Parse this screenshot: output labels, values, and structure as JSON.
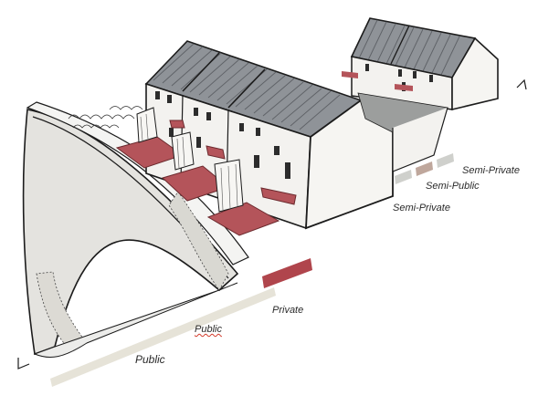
{
  "labels": {
    "semi_private_top": "Semi-Private",
    "semi_public": "Semi-Public",
    "semi_private_mid": "Semi-Private",
    "private": "Private",
    "public_small": "Public",
    "public_large": "Public"
  },
  "colors": {
    "roof": "#8f9398",
    "roof_lines": "#5e6166",
    "wall": "#f3f2ef",
    "outline": "#1c1c1c",
    "terrace": "#b4545a",
    "road": "#e2e1dc",
    "kerb": "#f4f4f2",
    "public_band": "#e6e3d8",
    "private_band": "#b0454c",
    "semi_public_band": "#bfa79c",
    "semi_private_band": "#cfd0cc",
    "courtyard": "#9c9e9d"
  }
}
